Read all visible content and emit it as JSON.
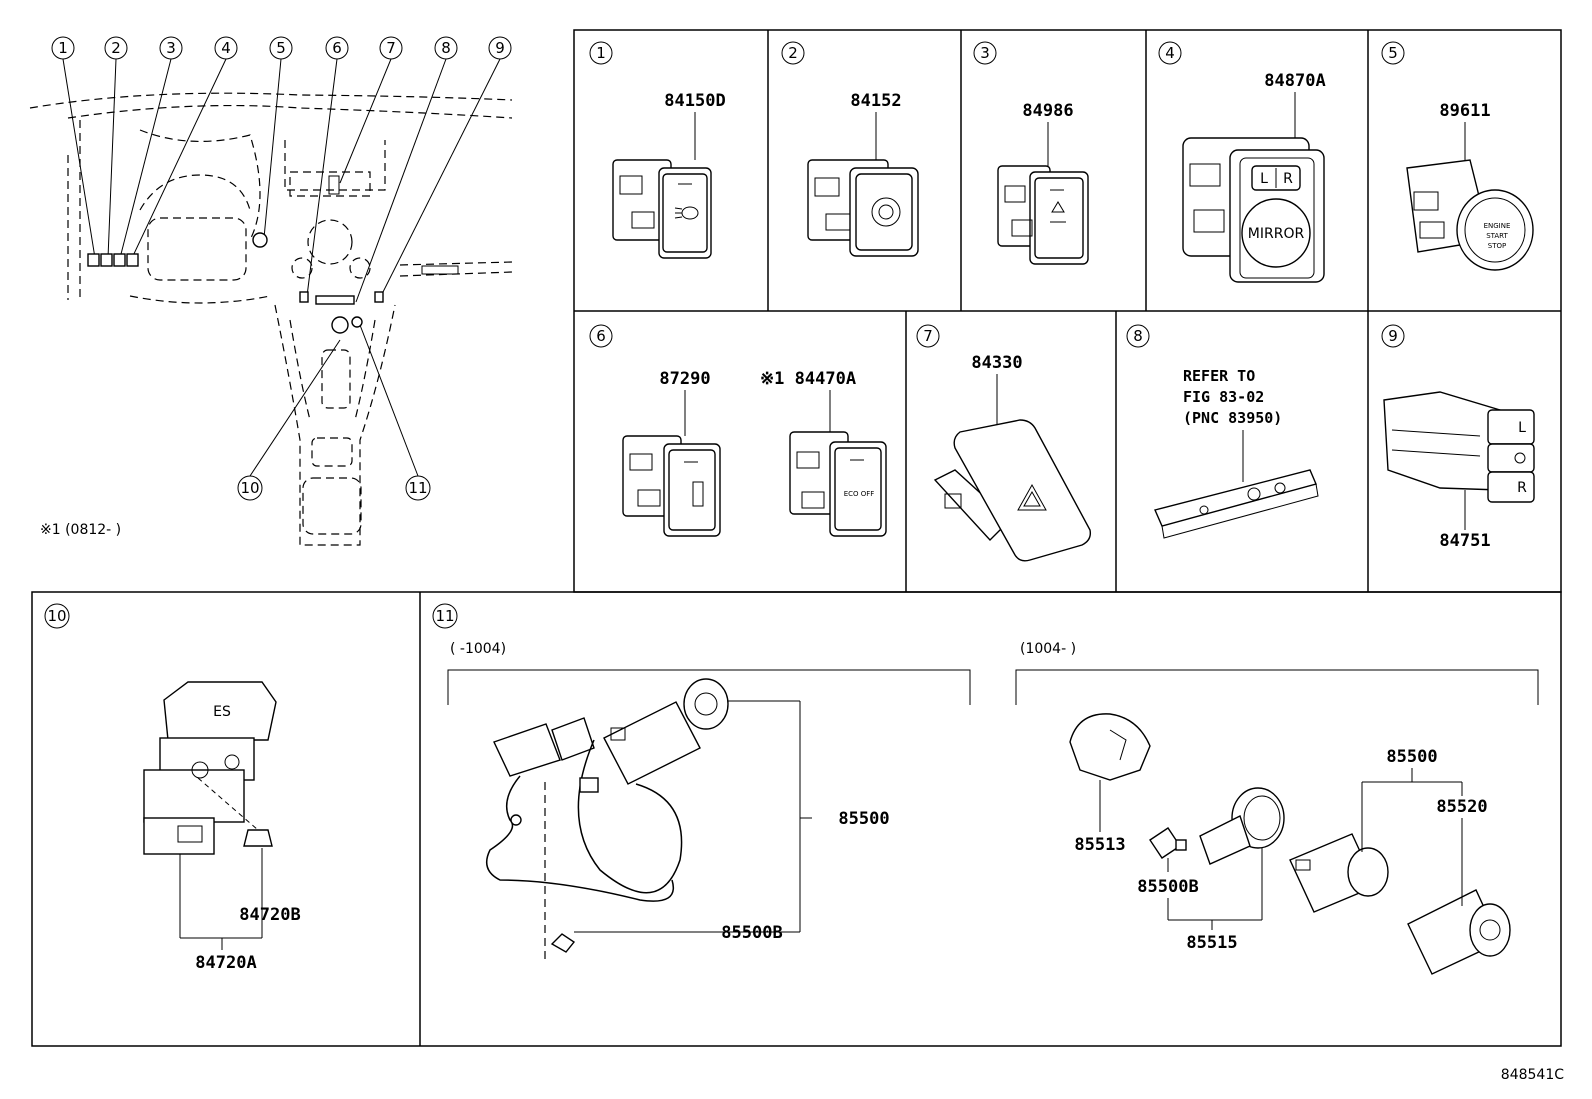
{
  "diagram_id": "848541C",
  "overview": {
    "callouts": [
      "1",
      "2",
      "3",
      "4",
      "5",
      "6",
      "7",
      "8",
      "9",
      "10",
      "11"
    ],
    "note": "※1 (0812-    )"
  },
  "panels": [
    {
      "callout": "1",
      "parts": [
        "84150D"
      ]
    },
    {
      "callout": "2",
      "parts": [
        "84152"
      ]
    },
    {
      "callout": "3",
      "parts": [
        "84986"
      ]
    },
    {
      "callout": "4",
      "parts": [
        "84870A"
      ],
      "labels": [
        "L",
        "R",
        "MIRROR"
      ]
    },
    {
      "callout": "5",
      "parts": [
        "89611"
      ]
    },
    {
      "callout": "6",
      "parts": [
        "87290",
        "※1 84470A"
      ],
      "labels": [
        "ECO OFF"
      ]
    },
    {
      "callout": "7",
      "parts": [
        "84330"
      ]
    },
    {
      "callout": "8",
      "refer": [
        "REFER TO",
        "FIG 83-02",
        "(PNC 83950)"
      ]
    },
    {
      "callout": "9",
      "parts": [
        "84751"
      ],
      "labels": [
        "L",
        "R"
      ]
    },
    {
      "callout": "10",
      "parts": [
        "84720B",
        "84720A"
      ],
      "labels": [
        "ES"
      ]
    },
    {
      "callout": "11",
      "ranges": [
        "(      -1004)",
        "(1004-      )"
      ],
      "parts_left": [
        "85500",
        "85500B"
      ],
      "parts_right": [
        "85500",
        "85520",
        "85513",
        "85500B",
        "85515"
      ]
    }
  ]
}
